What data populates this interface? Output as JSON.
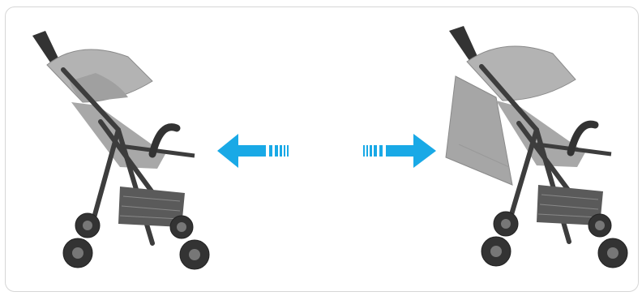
{
  "figure": {
    "panels": [
      {
        "state": "canopy-retracted",
        "icon": "stroller-icon"
      },
      {
        "state": "canopy-extended",
        "icon": "stroller-extended-canopy-icon"
      }
    ],
    "arrows": [
      {
        "direction": "left",
        "icon": "arrow-left-icon"
      },
      {
        "direction": "right",
        "icon": "arrow-right-icon"
      }
    ],
    "colors": {
      "arrow": "#19a9e6",
      "fabric": "#a9a9a9",
      "frame": "#3d3d3d",
      "wheel": "#333333"
    }
  }
}
